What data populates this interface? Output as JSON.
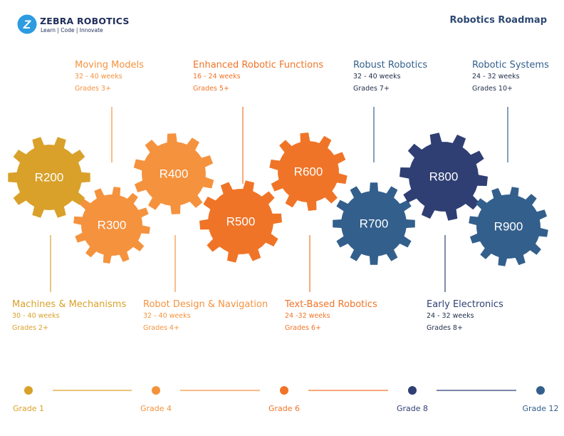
{
  "brand": {
    "name": "ZEBRA ROBOTICS",
    "tagline": "Learn | Code | Innovate",
    "logo_icon": "z-logo-icon"
  },
  "page_title": "Robotics Roadmap",
  "colors": {
    "gold": "#D9A12A",
    "orange_light": "#F5923E",
    "orange": "#F07427",
    "blue": "#335F8C",
    "navy": "#2F3F73"
  },
  "courses": [
    {
      "title": "Machines & Mechanisms",
      "duration": "30 - 40 weeks",
      "grades": "Grades 2+"
    },
    {
      "title": "Moving Models",
      "duration": "32 - 40 weeks",
      "grades": "Grades 3+"
    },
    {
      "title": "Robot Design & Navigation",
      "duration": "32 - 40 weeks",
      "grades": "Grades 4+"
    },
    {
      "title": "Enhanced Robotic Functions",
      "duration": "16 - 24 weeks",
      "grades": "Grades 5+"
    },
    {
      "title": "Text-Based Robotics",
      "duration": "24 -32  weeks",
      "grades": "Grades 6+"
    },
    {
      "title": "Robust Robotics",
      "duration": "32 - 40 weeks",
      "grades": "Grades 7+"
    },
    {
      "title": "Early Electronics",
      "duration": "24 - 32 weeks",
      "grades": "Grades 8+"
    },
    {
      "title": "Robotic Systems",
      "duration": "24 - 32  weeks",
      "grades": "Grades 10+"
    }
  ],
  "gears": [
    {
      "label": "R200",
      "color": "#D9A12A"
    },
    {
      "label": "R300",
      "color": "#F5923E"
    },
    {
      "label": "R400",
      "color": "#F5923E"
    },
    {
      "label": "R500",
      "color": "#F07427"
    },
    {
      "label": "R600",
      "color": "#F07427"
    },
    {
      "label": "R700",
      "color": "#335F8C"
    },
    {
      "label": "R800",
      "color": "#2F3F73"
    },
    {
      "label": "R900",
      "color": "#335F8C"
    }
  ],
  "timeline": [
    {
      "label": "Grade 1",
      "color": "#D9A12A",
      "text_color": "#D9A12A"
    },
    {
      "label": "Grade 4",
      "color": "#F5923E",
      "text_color": "#F5923E"
    },
    {
      "label": "Grade 6",
      "color": "#F07427",
      "text_color": "#F07427"
    },
    {
      "label": "Grade 8",
      "color": "#2F3F73",
      "text_color": "#2F3F73"
    },
    {
      "label": "Grade 12",
      "color": "#335F8C",
      "text_color": "#335F8C"
    }
  ]
}
